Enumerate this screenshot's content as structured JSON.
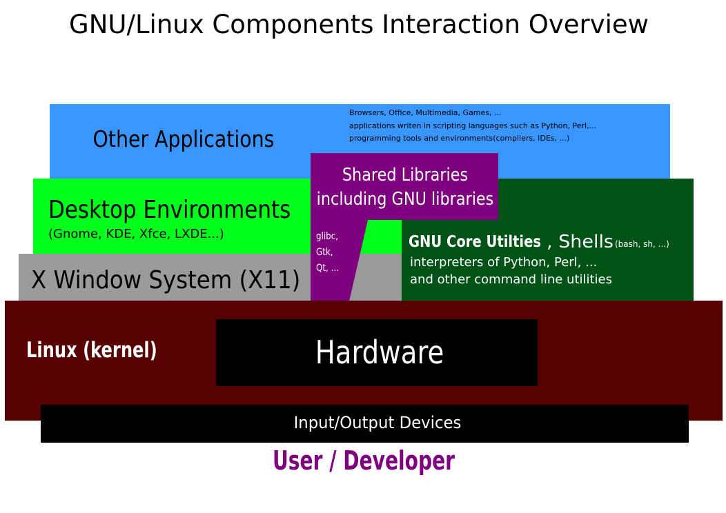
{
  "title": "GNU/Linux Components Interaction Overview",
  "colors": {
    "other_applications": "#3a96ff",
    "desktop_environments": "#00ff1a",
    "x_window": "#9b9b9b",
    "shared_libraries": "#7f007f",
    "gnu_core": "#005216",
    "kernel": "#560000",
    "hardware": "#000000",
    "io_devices": "#000000",
    "user_developer": "#7f007f"
  },
  "layers": {
    "other_applications": {
      "label": "Other Applications",
      "details": [
        "Browsers, Office, Multimedia, Games, ...",
        "applications writen in scripting languages such as Python, Perl,...",
        "programming tools and environments(compilers, IDEs, ...)"
      ]
    },
    "shared_libraries": {
      "label_line1": "Shared Libraries",
      "label_line2": "including GNU libraries",
      "examples": [
        "glibc,",
        "Gtk,",
        "Qt, ..."
      ]
    },
    "desktop_environments": {
      "label": "Desktop Environments",
      "examples": "(Gnome, KDE, Xfce, LXDE...)"
    },
    "x_window": {
      "label": "X Window System (X11)"
    },
    "gnu_core": {
      "label_bold": "GNU Core Utilties",
      "label_shells": ", Shells",
      "shells_examples": "(bash, sh, ...)",
      "line2": "interpreters of Python, Perl, ...",
      "line3": "and other command line utilities"
    },
    "kernel": {
      "label": "Linux (kernel)"
    },
    "hardware": {
      "label": "Hardware"
    },
    "io_devices": {
      "label": "Input/Output Devices"
    },
    "user_developer": {
      "label": "User / Developer"
    }
  }
}
